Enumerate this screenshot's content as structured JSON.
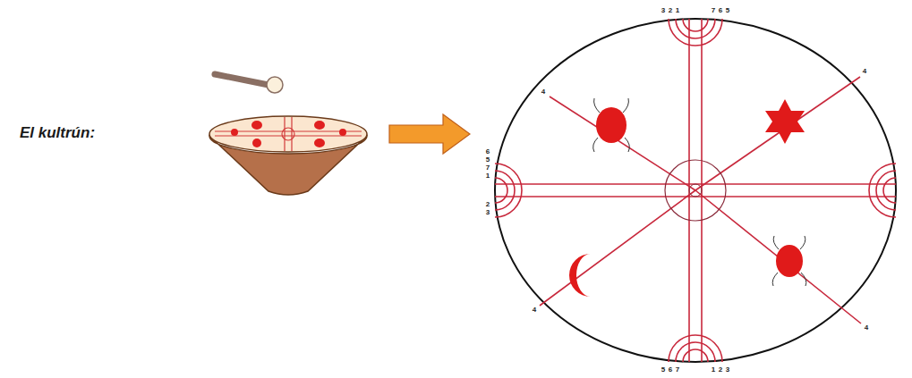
{
  "diagram": {
    "labels": [
      "El kultrún:",
      "3",
      "2",
      "1",
      "7",
      "6",
      "5",
      "6",
      "5",
      "7",
      "1",
      "2",
      "3",
      "5",
      "6",
      "7",
      "1",
      "2",
      "3",
      "4",
      "4",
      "4",
      "4"
    ]
  }
}
